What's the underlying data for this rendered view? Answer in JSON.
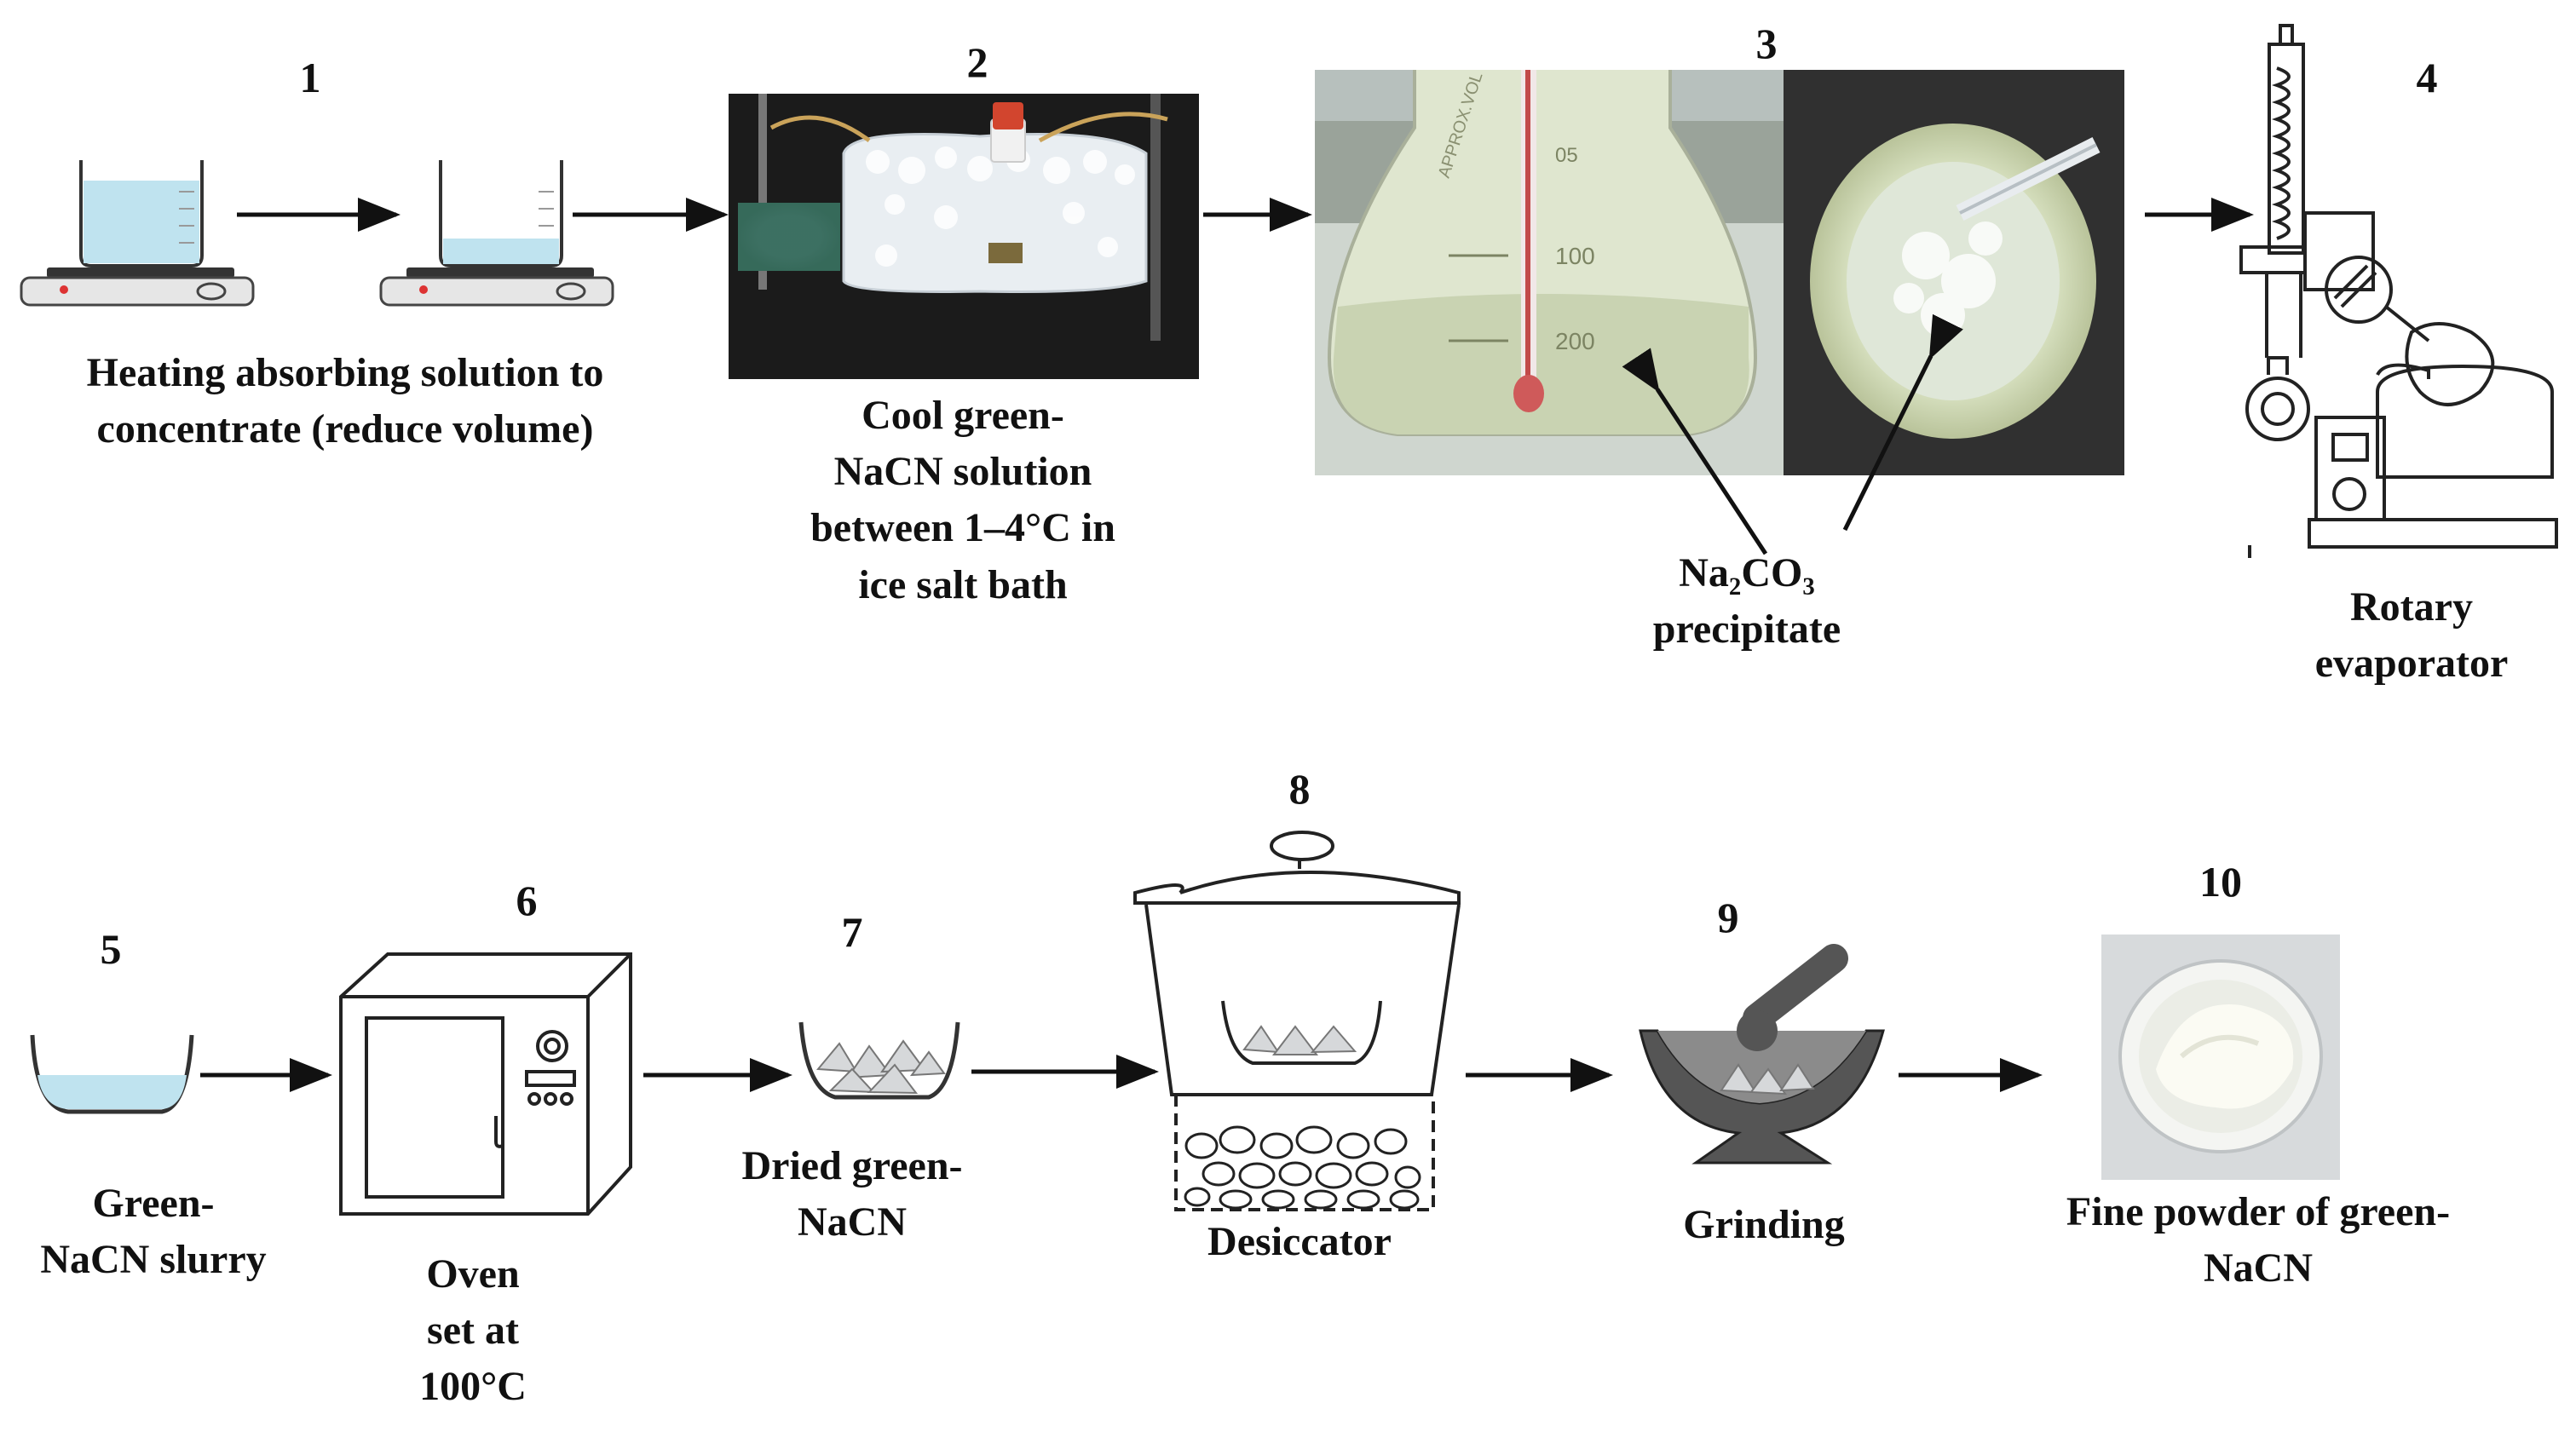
{
  "steps": [
    {
      "number": "1",
      "caption": "Heating absorbing solution to\nconcentrate (reduce volume)"
    },
    {
      "number": "2",
      "caption": "Cool green-\nNaCN solution\nbetween 1–4°C in\nice salt bath"
    },
    {
      "number": "3",
      "caption": "Na₂CO₃\nprecipitate"
    },
    {
      "number": "4",
      "caption": "Rotary\nevaporator"
    },
    {
      "number": "5",
      "caption": "Green-\nNaCN slurry"
    },
    {
      "number": "6",
      "caption": "Oven\nset at\n100°C"
    },
    {
      "number": "7",
      "caption": "Dried green-\nNaCN"
    },
    {
      "number": "8",
      "caption": "Desiccator"
    },
    {
      "number": "9",
      "caption": "Grinding"
    },
    {
      "number": "10",
      "caption": "Fine powder of green-\nNaCN"
    }
  ],
  "flask_markings": {
    "brand": "APPROX.VOL",
    "mark_upper": "100",
    "mark_lower": "200",
    "mark_side": "05"
  },
  "colors": {
    "liquid": "#bfe3ef",
    "ink": "#111111",
    "photo_dark": "#1b1b1b",
    "ice": "#e9eef2",
    "flask_liquid": "#c9d3b2",
    "powder_bg": "#d7dadc"
  }
}
